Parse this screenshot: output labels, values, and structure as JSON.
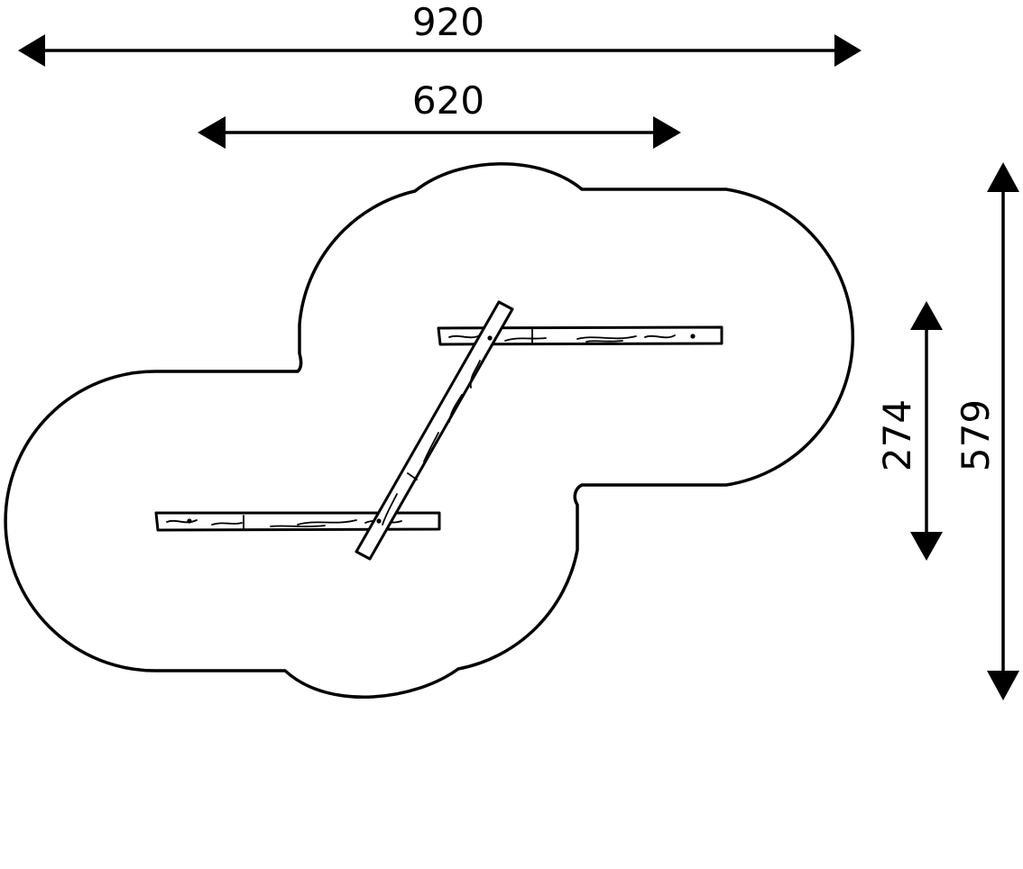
{
  "dimensions": {
    "overall_width": "920",
    "inner_width": "620",
    "inner_height": "274",
    "overall_height": "579"
  },
  "colors": {
    "line": "#000000",
    "background": "#ffffff"
  }
}
